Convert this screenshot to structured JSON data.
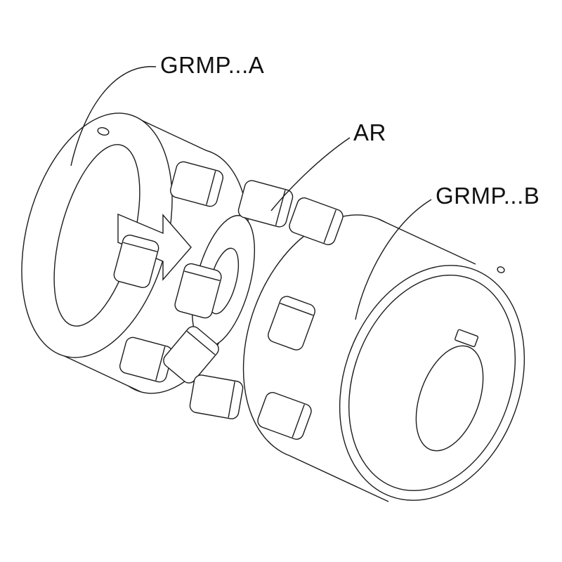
{
  "figure": {
    "background": "#ffffff",
    "line_color": "#1c1c1c",
    "text_color": "#111111",
    "description_parts": [
      "coupling-hub-left",
      "elastomer-spider",
      "coupling-hub-right"
    ]
  },
  "labels": {
    "hub_a": "GRMP...A",
    "spider": "AR",
    "hub_b": "GRMP...B"
  }
}
